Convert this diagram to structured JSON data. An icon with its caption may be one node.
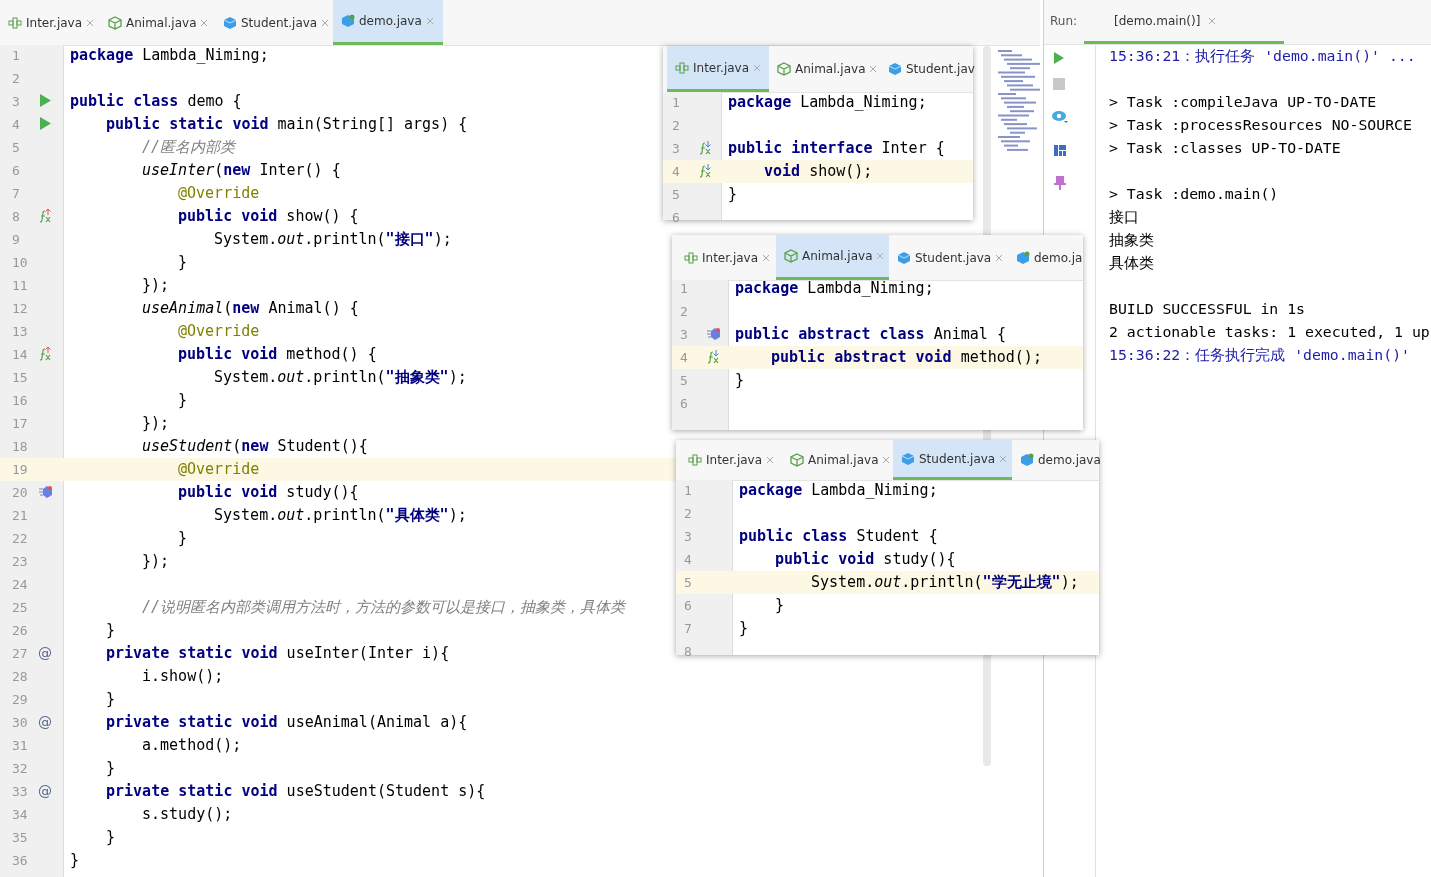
{
  "diagram": {
    "labels": [
      "Inter.java",
      "Animal.java",
      "Student.java",
      "demo.java",
      "1",
      "**package** Lambda_Niming;",
      "2",
      "3",
      "**public class** demo {",
      "4",
      "**public static void** main(String[] args) {",
      "5",
      "//匿名内部类",
      "6",
      "*useInter*(**new** Inter() {",
      "7",
      "@Override",
      "8",
      "**public void** show() {",
      "9",
      "System.*out*.println(**\"接口\"**);",
      "10",
      "}",
      "11",
      "});",
      "12",
      "*useAnimal*(**new** Animal() {",
      "13",
      "@Override",
      "14",
      "**public void** method() {",
      "15",
      "System.*out*.println(**\"抽象类\"**);",
      "16",
      "}",
      "17",
      "});",
      "18",
      "*useStudent*(**new** Student(){",
      "19",
      "@Override",
      "20",
      "**public void** study(){",
      "21",
      "System.*out*.println(**\"具体类\"**);",
      "22",
      "}",
      "23",
      "});",
      "24",
      "25",
      "//说明匿名内部类调用方法时，方法的参数可以是接口，抽象类，具体类",
      "26",
      "}",
      "27",
      "@",
      "**private static void** useInter(Inter i){",
      "28",
      "i.show();",
      "29",
      "}",
      "30",
      "@",
      "**private static void** useAnimal(Animal a){",
      "31",
      "a.method();",
      "32",
      "}",
      "33",
      "@",
      "**private static void** useStudent(Student s){",
      "34",
      "s.study();",
      "35",
      "}",
      "36",
      "}",
      "Inter.java",
      "Animal.java",
      "Student.jav",
      "1",
      "**package** Lambda_Niming;",
      "2",
      "3",
      "**public interface** Inter {",
      "4",
      "**void** show();",
      "5",
      "}",
      "6",
      "Inter.java",
      "Animal.java",
      "Student.java",
      "demo.ja",
      "1",
      "**package** Lambda_Niming;",
      "2",
      "3",
      "**public abstract class** Animal {",
      "4",
      "**public abstract void** method();",
      "5",
      "}",
      "6",
      "Inter.java",
      "Animal.java",
      "Student.java",
      "demo.java",
      "1",
      "**package** Lambda_Niming;",
      "2",
      "3",
      "**public class** Student {",
      "4",
      "**public void** study(){",
      "5",
      "System.*out*.println(**\"学无止境\"**);",
      "6",
      "}",
      "7",
      "}",
      "8",
      "Run:",
      "[demo.main()]",
      "15:36:21：执行任务 'demo.main()' ...",
      "> Task :compileJava UP-TO-DATE",
      "> Task :processResources NO-SOURCE",
      "> Task :classes UP-TO-DATE",
      "> Task :demo.main()",
      "接口",
      "抽象类",
      "具体类",
      "BUILD SUCCESSFUL in 1s",
      "2 actionable tasks: 1 executed, 1 up",
      "15:36:22：任务执行完成 'demo.main()'"
    ]
  }
}
